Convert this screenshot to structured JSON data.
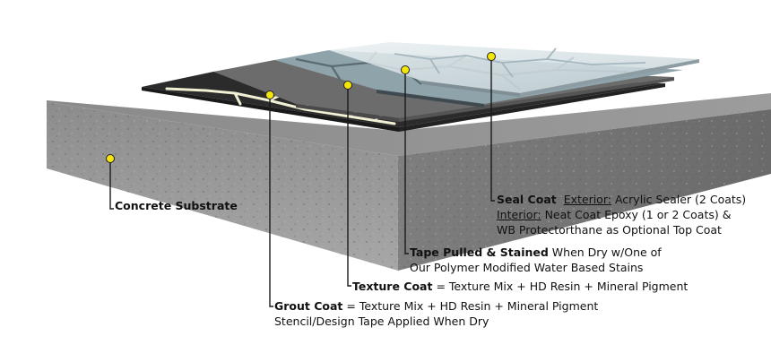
{
  "labels": {
    "concrete": {
      "title": "Concrete Substrate"
    },
    "seal": {
      "title": "Seal Coat",
      "exterior_label": "Exterior:",
      "exterior_text": "Acrylic Sealer (2 Coats)",
      "interior_label": "Interior:",
      "interior_text": "Neat Coat Epoxy (1 or 2 Coats) &",
      "line3": "WB Protectorthane as Optional Top Coat"
    },
    "tape": {
      "title": "Tape Pulled & Stained",
      "text1": "When Dry w/One of",
      "line2": "Our Polymer Modified Water Based Stains"
    },
    "texture": {
      "title": "Texture Coat",
      "text": "= Texture Mix + HD Resin + Mineral Pigment"
    },
    "grout": {
      "title": "Grout Coat",
      "text1": "= Texture Mix + HD Resin + Mineral Pigment",
      "line2": "Stencil/Design Tape Applied When Dry"
    }
  },
  "colors": {
    "concrete_top": "#8f8f8f",
    "concrete_front": "#9a9a9a",
    "grout_layer": "#2b2b2b",
    "texture_layer": "#6c6c6c",
    "stone_layer": "#8fa3ab",
    "seal_layer": "#d7e2e6",
    "marker": "#f4e60a",
    "leader": "#1a1a1a"
  }
}
